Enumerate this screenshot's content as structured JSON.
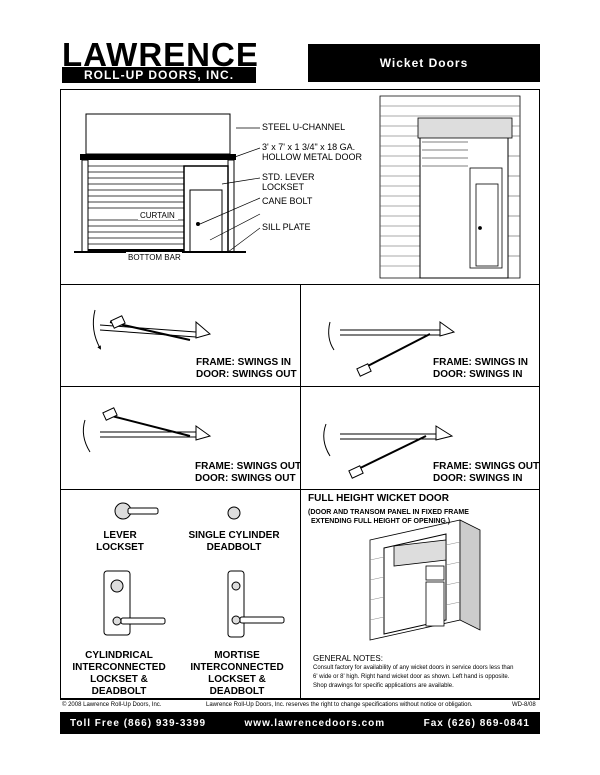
{
  "header": {
    "logo_main": "LAWRENCE",
    "logo_sub": "ROLL-UP DOORS, INC.",
    "title": "Wicket Doors"
  },
  "elevation": {
    "labels": [
      "STEEL U-CHANNEL",
      "3' x 7' x 1 3/4\" x 18 GA.",
      "HOLLOW METAL DOOR",
      "STD. LEVER",
      "LOCKSET",
      "CANE BOLT",
      "SILL PLATE"
    ],
    "curtain": "CURTAIN",
    "bottom_bar": "BOTTOM BAR"
  },
  "swings": [
    {
      "line1": "FRAME: SWINGS IN",
      "line2": "DOOR: SWINGS OUT"
    },
    {
      "line1": "FRAME: SWINGS IN",
      "line2": "DOOR: SWINGS IN"
    },
    {
      "line1": "FRAME: SWINGS OUT",
      "line2": "DOOR: SWINGS OUT"
    },
    {
      "line1": "FRAME: SWINGS OUT",
      "line2": "DOOR: SWINGS IN"
    }
  ],
  "hardware": {
    "lever_1": "LEVER",
    "lever_2": "LOCKSET",
    "single_1": "SINGLE CYLINDER",
    "single_2": "DEADBOLT",
    "cyl_1": "CYLINDRICAL",
    "cyl_2": "INTERCONNECTED",
    "cyl_3": "LOCKSET &",
    "cyl_4": "DEADBOLT",
    "mort_1": "MORTISE",
    "mort_2": "INTERCONNECTED",
    "mort_3": "LOCKSET &",
    "mort_4": "DEADBOLT"
  },
  "full_height": {
    "title": "FULL HEIGHT WICKET DOOR",
    "note_1": "(DOOR AND TRANSOM PANEL IN FIXED FRAME",
    "note_2": "EXTENDING FULL HEIGHT OF OPENING.)"
  },
  "general_notes": {
    "title": "GENERAL NOTES:",
    "line_1": "Consult factory for availability of any wicket doors in service doors less than",
    "line_2": "6' wide or 8' high. Right hand wicket door as shown. Left hand is opposite.",
    "line_3": "Shop drawings for specific applications are available."
  },
  "fine_print": {
    "copyright": "© 2008 Lawrence Roll-Up Doors, Inc.",
    "rights": "Lawrence Roll-Up Doors, Inc. reserves the right to change specifications without notice or obligation.",
    "code": "WD-8/08"
  },
  "footer": {
    "phone": "Toll Free (866) 939-3399",
    "web": "www.lawrencedoors.com",
    "fax": "Fax (626) 869-0841"
  }
}
